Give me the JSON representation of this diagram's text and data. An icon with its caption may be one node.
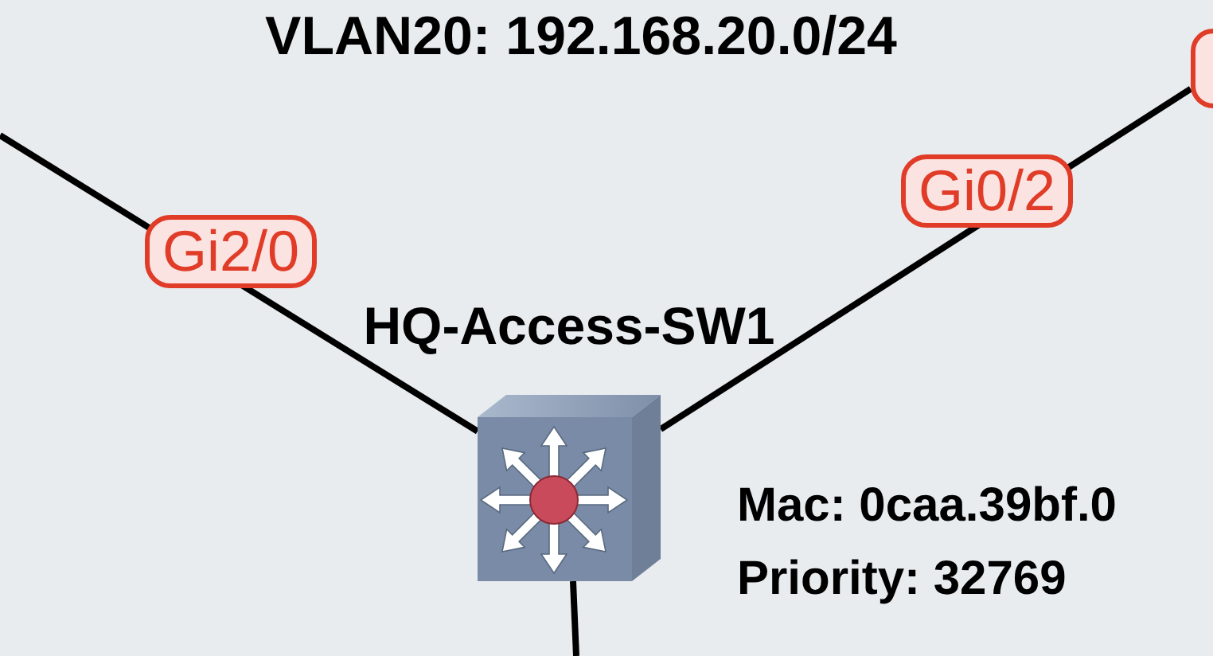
{
  "diagram": {
    "title": "VLAN20: 192.168.20.0/24",
    "nodes": [
      {
        "text": [
          "HQ-Access-SW1"
        ],
        "beside": [
          "Mac: 0caa.39bf.0",
          "Priority: 32769"
        ]
      },
      {
        "text": [],
        "shape": "box"
      }
    ],
    "edges": [
      {
        "from": null,
        "to": 0,
        "arrow": "none",
        "label": "Gi2/0"
      },
      {
        "from": 1,
        "to": 0,
        "arrow": "none",
        "label": "Gi0/2"
      },
      {
        "from": 0,
        "to": null,
        "arrow": "none"
      }
    ]
  }
}
